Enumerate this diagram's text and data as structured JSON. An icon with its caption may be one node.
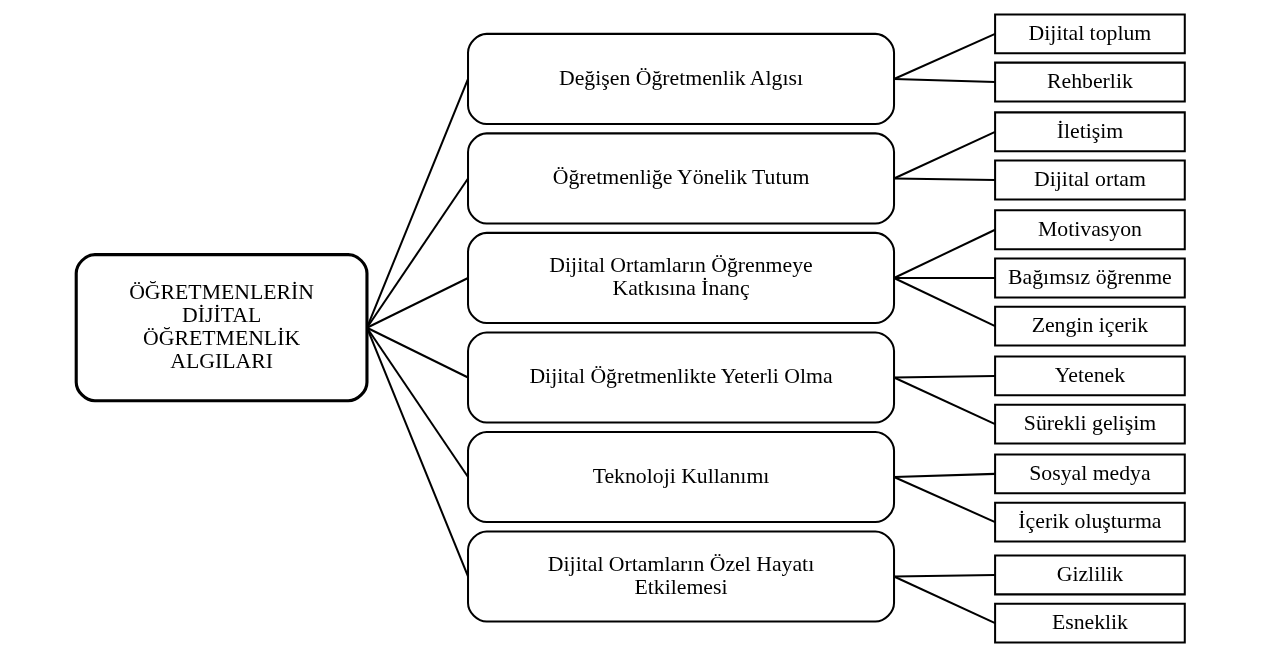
{
  "diagram": {
    "nodes": [
      {
        "text": [
          "ÖĞRETMENLERİN DİJİTAL ÖĞRETMENLİK ALGILARI"
        ]
      },
      {
        "text": [
          "Değişen Öğretmenlik Algısı"
        ]
      },
      {
        "text": [
          "Öğretmenliğe Yönelik Tutum"
        ]
      },
      {
        "text": [
          "Dijital Ortamların Öğrenmeye Katkısına İnanç"
        ]
      },
      {
        "text": [
          "Dijital Öğretmenlikte Yeterli Olma"
        ]
      },
      {
        "text": [
          "Teknoloji Kullanımı"
        ]
      },
      {
        "text": [
          "Dijital Ortamların Özel Hayatı Etkilemesi"
        ]
      },
      {
        "text": [
          "Dijital toplum"
        ]
      },
      {
        "text": [
          "Rehberlik"
        ]
      },
      {
        "text": [
          "İletişim"
        ]
      },
      {
        "text": [
          "Dijital ortam"
        ]
      },
      {
        "text": [
          "Motivasyon"
        ]
      },
      {
        "text": [
          "Bağımsız öğrenme"
        ]
      },
      {
        "text": [
          "Zengin içerik"
        ]
      },
      {
        "text": [
          "Yetenek"
        ]
      },
      {
        "text": [
          "Sürekli gelişim"
        ]
      },
      {
        "text": [
          "Sosyal medya"
        ]
      },
      {
        "text": [
          "İçerik oluşturma"
        ]
      },
      {
        "text": [
          "Gizlilik"
        ]
      },
      {
        "text": [
          "Esneklik"
        ]
      }
    ],
    "edges": [
      {
        "from": 0,
        "to": 1,
        "arrow": "none"
      },
      {
        "from": 0,
        "to": 2,
        "arrow": "none"
      },
      {
        "from": 0,
        "to": 3,
        "arrow": "none"
      },
      {
        "from": 0,
        "to": 4,
        "arrow": "none"
      },
      {
        "from": 0,
        "to": 5,
        "arrow": "none"
      },
      {
        "from": 0,
        "to": 6,
        "arrow": "none"
      },
      {
        "from": 1,
        "to": 7,
        "arrow": "none"
      },
      {
        "from": 1,
        "to": 8,
        "arrow": "none"
      },
      {
        "from": 2,
        "to": 9,
        "arrow": "none"
      },
      {
        "from": 2,
        "to": 10,
        "arrow": "none"
      },
      {
        "from": 3,
        "to": 11,
        "arrow": "none"
      },
      {
        "from": 3,
        "to": 12,
        "arrow": "none"
      },
      {
        "from": 3,
        "to": 13,
        "arrow": "none"
      },
      {
        "from": 4,
        "to": 14,
        "arrow": "none"
      },
      {
        "from": 4,
        "to": 15,
        "arrow": "none"
      },
      {
        "from": 5,
        "to": 16,
        "arrow": "none"
      },
      {
        "from": 5,
        "to": 17,
        "arrow": "none"
      },
      {
        "from": 6,
        "to": 18,
        "arrow": "none"
      },
      {
        "from": 6,
        "to": 19,
        "arrow": "none"
      }
    ]
  }
}
